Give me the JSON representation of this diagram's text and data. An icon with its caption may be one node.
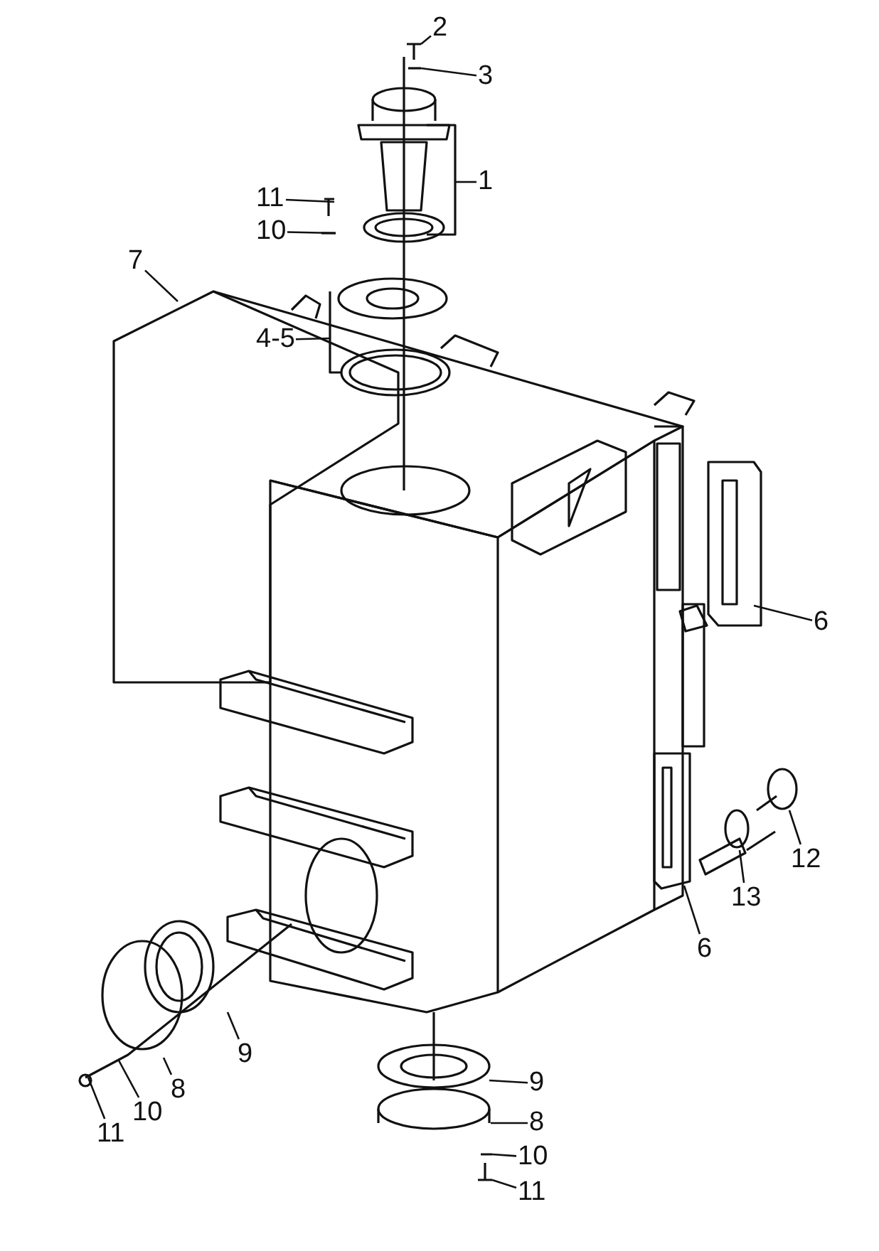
{
  "diagram": {
    "nodes": [
      {
        "text": [
          "2"
        ]
      },
      {
        "text": [
          "3"
        ]
      },
      {
        "text": [
          "1"
        ]
      },
      {
        "text": [
          "11"
        ]
      },
      {
        "text": [
          "10"
        ]
      },
      {
        "text": [
          "7"
        ]
      },
      {
        "text": [
          "4-5"
        ]
      },
      {
        "text": [
          "6"
        ]
      },
      {
        "text": [
          "12"
        ]
      },
      {
        "text": [
          "13"
        ]
      },
      {
        "text": [
          "6"
        ]
      },
      {
        "text": [
          "9"
        ]
      },
      {
        "text": [
          "8"
        ]
      },
      {
        "text": [
          "10"
        ]
      },
      {
        "text": [
          "11"
        ]
      },
      {
        "text": [
          "9"
        ]
      },
      {
        "text": [
          "8"
        ]
      },
      {
        "text": [
          "10"
        ]
      },
      {
        "text": [
          "11"
        ]
      }
    ],
    "edges": [
      {
        "from": 0,
        "to": null,
        "arrow": "none"
      },
      {
        "from": 1,
        "to": null,
        "arrow": "none"
      },
      {
        "from": 2,
        "to": null,
        "arrow": "none"
      },
      {
        "from": 3,
        "to": null,
        "arrow": "none"
      },
      {
        "from": 4,
        "to": null,
        "arrow": "none"
      },
      {
        "from": 5,
        "to": null,
        "arrow": "none"
      },
      {
        "from": 6,
        "to": null,
        "arrow": "none"
      },
      {
        "from": 7,
        "to": null,
        "arrow": "none"
      },
      {
        "from": 8,
        "to": null,
        "arrow": "none"
      },
      {
        "from": 9,
        "to": null,
        "arrow": "none"
      },
      {
        "from": 10,
        "to": null,
        "arrow": "none"
      },
      {
        "from": 11,
        "to": null,
        "arrow": "none"
      },
      {
        "from": 12,
        "to": null,
        "arrow": "none"
      },
      {
        "from": 13,
        "to": null,
        "arrow": "none"
      },
      {
        "from": 14,
        "to": null,
        "arrow": "none"
      },
      {
        "from": 15,
        "to": null,
        "arrow": "none"
      },
      {
        "from": 16,
        "to": null,
        "arrow": "none"
      },
      {
        "from": 17,
        "to": null,
        "arrow": "none"
      },
      {
        "from": 18,
        "to": null,
        "arrow": "none"
      }
    ]
  }
}
